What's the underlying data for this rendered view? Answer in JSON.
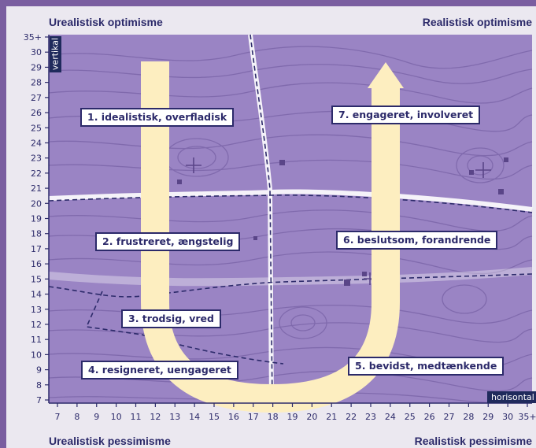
{
  "corners": {
    "top_left": "Urealistisk optimisme",
    "top_right": "Realistisk optimisme",
    "bottom_left": "Urealistisk pessimisme",
    "bottom_right": "Realistisk pessimisme"
  },
  "axes": {
    "vertical_tag": "vertikal",
    "horizontal_tag": "horisontal",
    "y_ticks": [
      "7",
      "8",
      "9",
      "10",
      "11",
      "12",
      "13",
      "14",
      "15",
      "16",
      "17",
      "18",
      "19",
      "20",
      "21",
      "22",
      "23",
      "24",
      "25",
      "26",
      "27",
      "28",
      "29",
      "30",
      "35+"
    ],
    "x_ticks": [
      "7",
      "8",
      "9",
      "10",
      "11",
      "12",
      "13",
      "14",
      "15",
      "16",
      "17",
      "18",
      "19",
      "20",
      "21",
      "22",
      "23",
      "24",
      "25",
      "26",
      "27",
      "28",
      "29",
      "30",
      "35+"
    ]
  },
  "stages": [
    {
      "label": "1. idealistisk, overfladisk"
    },
    {
      "label": "2. frustreret, ængstelig"
    },
    {
      "label": "3. trodsig, vred"
    },
    {
      "label": "4. resigneret, uengageret"
    },
    {
      "label": "5. bevidst, medtænkende"
    },
    {
      "label": "6. beslutsom, forandrende"
    },
    {
      "label": "7. engageret, involveret"
    }
  ],
  "colors": {
    "background": "#7a5ea0",
    "map": "#9a84c4",
    "arrow": "#fdeec0",
    "text": "#2c2a6a"
  }
}
